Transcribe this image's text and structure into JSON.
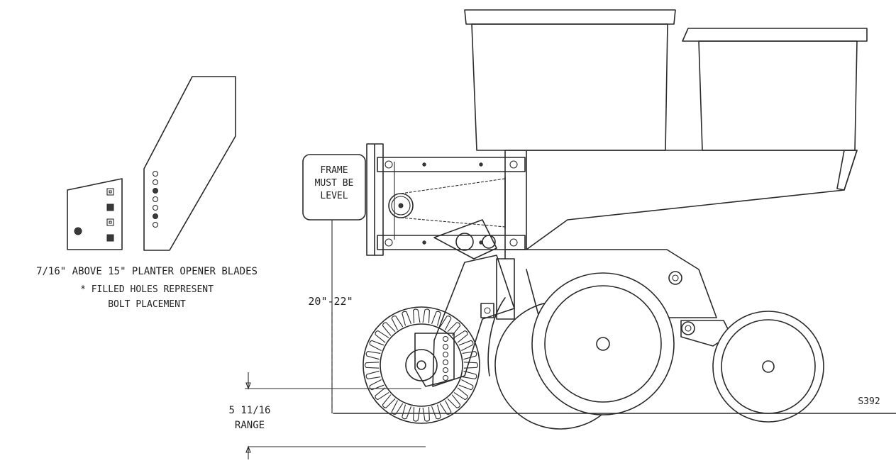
{
  "labels": {
    "frame_note_line1": "FRAME",
    "frame_note_line2": "MUST BE",
    "frame_note_line3": "LEVEL",
    "height_dimension": "20\"-22\"",
    "range_value": "5 11/16",
    "range_word": "RANGE",
    "drawing_number": "S392",
    "note_line1": "7/16\" ABOVE 15\" PLANTER OPENER BLADES",
    "note_line2": "* FILLED HOLES REPRESENT",
    "note_line3": "BOLT PLACEMENT"
  },
  "bracket_holes": {
    "long_bracket": [
      "open",
      "open",
      "filled",
      "open",
      "open",
      "filled",
      "open"
    ],
    "short_bracket": [
      "boxed",
      "solid-square",
      "boxed",
      "solid-square"
    ]
  },
  "colors": {
    "line": "#2a2a2a",
    "background": "#ffffff"
  }
}
